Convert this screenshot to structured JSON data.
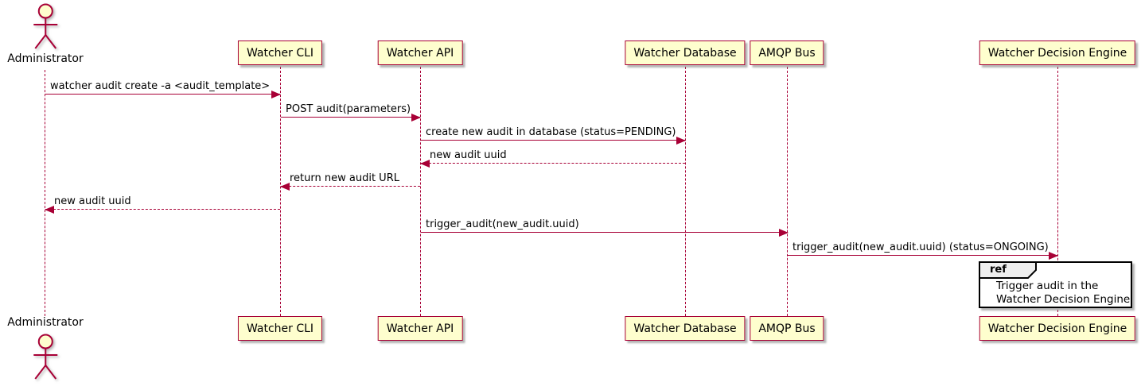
{
  "diagram": {
    "type": "sequence-diagram",
    "actor": {
      "label": "Administrator"
    },
    "participants": [
      {
        "label": "Watcher CLI"
      },
      {
        "label": "Watcher API"
      },
      {
        "label": "Watcher Database"
      },
      {
        "label": "AMQP Bus"
      },
      {
        "label": "Watcher Decision Engine"
      }
    ],
    "messages": [
      {
        "from": "Administrator",
        "to": "Watcher CLI",
        "style": "solid",
        "text": "watcher audit create -a <audit_template>"
      },
      {
        "from": "Watcher CLI",
        "to": "Watcher API",
        "style": "solid",
        "text": "POST audit(parameters)"
      },
      {
        "from": "Watcher API",
        "to": "Watcher Database",
        "style": "solid",
        "text": "create new audit in database (status=PENDING)"
      },
      {
        "from": "Watcher Database",
        "to": "Watcher API",
        "style": "dashed",
        "text": "new audit uuid"
      },
      {
        "from": "Watcher API",
        "to": "Watcher CLI",
        "style": "dashed",
        "text": "return new audit URL"
      },
      {
        "from": "Watcher CLI",
        "to": "Administrator",
        "style": "dashed",
        "text": "new audit uuid"
      },
      {
        "from": "Watcher API",
        "to": "AMQP Bus",
        "style": "solid",
        "text": "trigger_audit(new_audit.uuid)"
      },
      {
        "from": "AMQP Bus",
        "to": "Watcher Decision Engine",
        "style": "solid",
        "text": "trigger_audit(new_audit.uuid) (status=ONGOING)"
      }
    ],
    "ref": {
      "keyword": "ref",
      "lines": [
        "Trigger audit in the",
        "Watcher Decision Engine"
      ]
    },
    "colors": {
      "line": "#A80036",
      "participant_fill": "#FEFECE",
      "text": "#000000",
      "ref_header_fill": "#EEEEEE",
      "ref_border": "#000000"
    }
  }
}
